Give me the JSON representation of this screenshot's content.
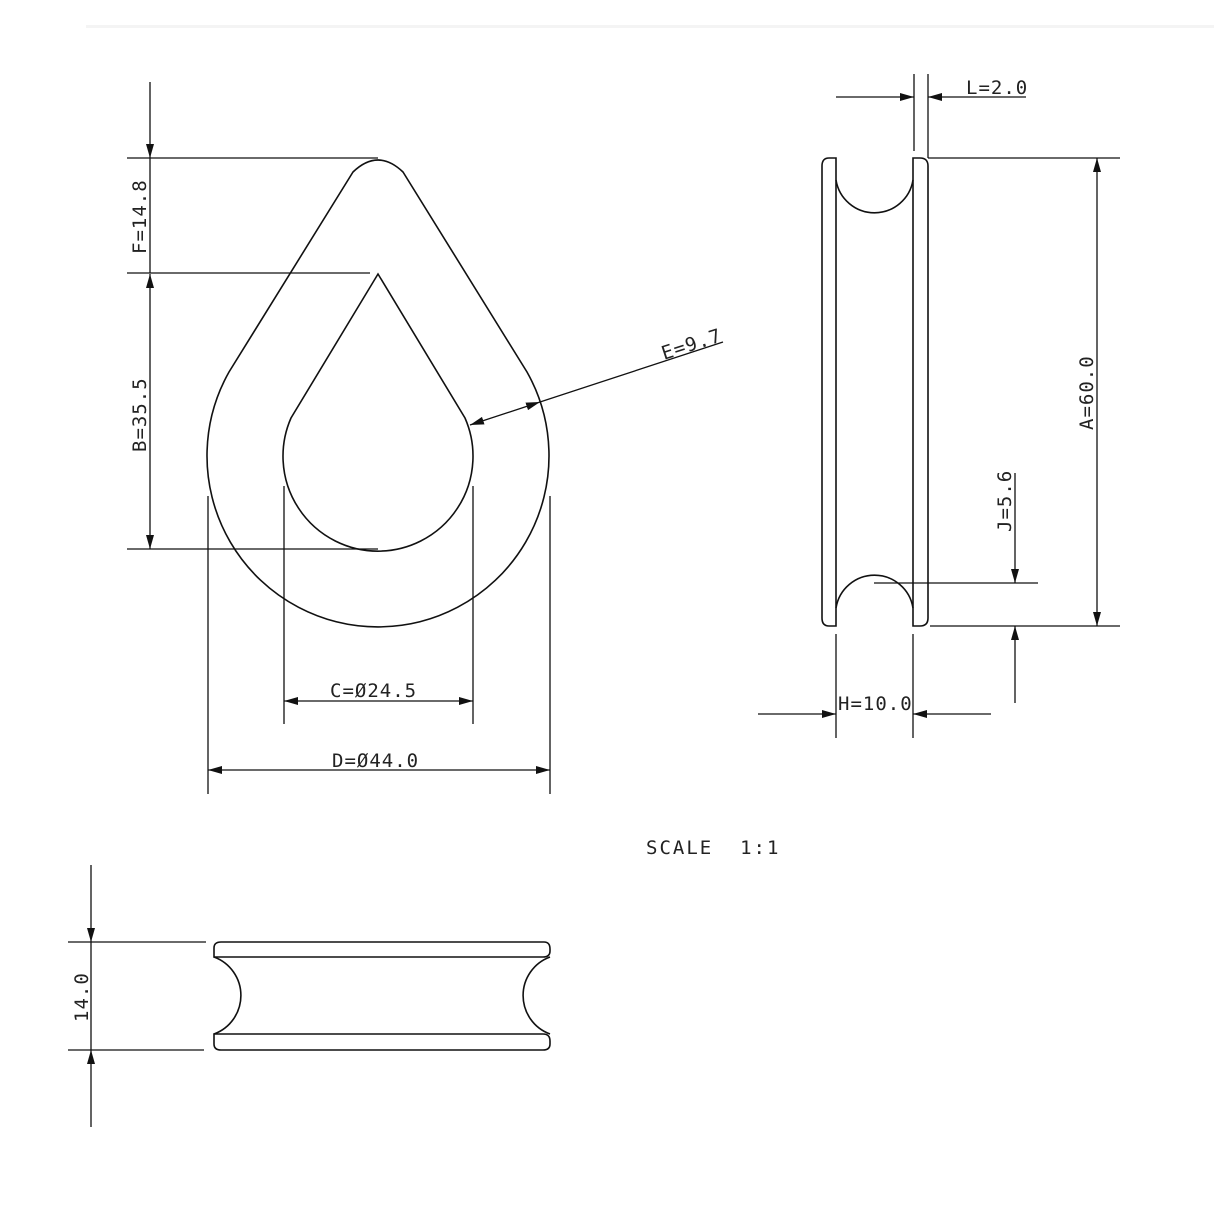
{
  "drawing": {
    "subject": "Wire rope thimble",
    "scale_label": "SCALE  1:1",
    "line_color": "#111111",
    "background": "#ffffff"
  },
  "dimensions": {
    "F": {
      "label": "F=14.8",
      "value": 14.8
    },
    "B": {
      "label": "B=35.5",
      "value": 35.5
    },
    "E": {
      "label": "E=9.7",
      "value": 9.7
    },
    "C": {
      "label": "C=Ø24.5",
      "value": 24.5,
      "type": "diameter"
    },
    "D": {
      "label": "D=Ø44.0",
      "value": 44.0,
      "type": "diameter"
    },
    "L": {
      "label": "L=2.0",
      "value": 2.0
    },
    "A": {
      "label": "A=60.0",
      "value": 60.0
    },
    "J": {
      "label": "J=5.6",
      "value": 5.6
    },
    "H": {
      "label": "H=10.0",
      "value": 10.0
    },
    "thickness": {
      "label": "14.0",
      "value": 14.0
    }
  },
  "views": [
    {
      "name": "front-view",
      "dims": [
        "F",
        "B",
        "E",
        "C",
        "D"
      ]
    },
    {
      "name": "side-view",
      "dims": [
        "L",
        "A",
        "J",
        "H"
      ]
    },
    {
      "name": "top-view",
      "dims": [
        "thickness"
      ]
    }
  ]
}
